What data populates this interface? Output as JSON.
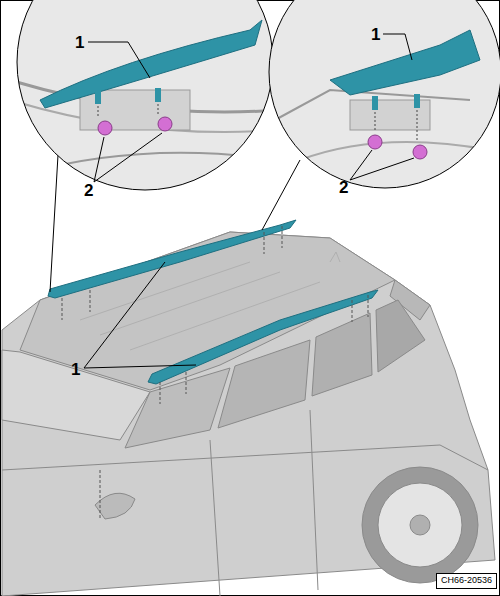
{
  "diagram": {
    "nodes": [
      {
        "text": [
          "CH66-20536"
        ]
      }
    ],
    "labels": [
      "1",
      "2",
      "1",
      "2",
      "1"
    ]
  }
}
